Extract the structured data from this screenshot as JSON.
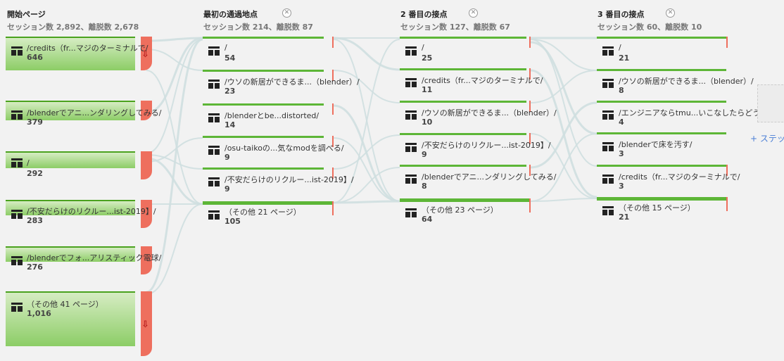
{
  "columns": [
    {
      "title": "開始ページ",
      "sub": "セッション数 2,892、離脱数 2,678",
      "closable": false,
      "nodes": [
        {
          "label": "/credits（fr...マジのターミナルで/",
          "count": "646"
        },
        {
          "label": "/blenderでアニ...ンダリングしてみる/",
          "count": "379"
        },
        {
          "label": "/",
          "count": "292"
        },
        {
          "label": "/不安だらけのリクルー...ist-2019】/",
          "count": "283"
        },
        {
          "label": "/blenderでフォ...アリスティック電球/",
          "count": "276"
        },
        {
          "label": "（その他 41 ページ）",
          "count": "1,016"
        }
      ]
    },
    {
      "title": "最初の通過地点",
      "sub": "セッション数 214、離脱数 87",
      "closable": true,
      "nodes": [
        {
          "label": "/",
          "count": "54"
        },
        {
          "label": "/ウソの新居ができるま...（blender）/",
          "count": "23"
        },
        {
          "label": "/blenderとbe...distorted/",
          "count": "14"
        },
        {
          "label": "/osu-taikoの...気なmodを調べる/",
          "count": "9"
        },
        {
          "label": "/不安だらけのリクルー...ist-2019】/",
          "count": "9"
        },
        {
          "label": "（その他 21 ページ）",
          "count": "105"
        }
      ]
    },
    {
      "title": "2 番目の接点",
      "sub": "セッション数 127、離脱数 67",
      "closable": true,
      "nodes": [
        {
          "label": "/",
          "count": "25"
        },
        {
          "label": "/credits（fr...マジのターミナルで/",
          "count": "11"
        },
        {
          "label": "/ウソの新居ができるま...（blender）/",
          "count": "10"
        },
        {
          "label": "/不安だらけのリクルー...ist-2019】/",
          "count": "9"
        },
        {
          "label": "/blenderでアニ...ンダリングしてみる/",
          "count": "8"
        },
        {
          "label": "（その他 23 ページ）",
          "count": "64"
        }
      ]
    },
    {
      "title": "3 番目の接点",
      "sub": "セッション数 60、離脱数 10",
      "closable": true,
      "nodes": [
        {
          "label": "/",
          "count": "21"
        },
        {
          "label": "/ウソの新居ができるま...（blender）/",
          "count": "8"
        },
        {
          "label": "/エンジニアならtmu...いこなしたらどうだ/",
          "count": "4"
        },
        {
          "label": "/blenderで床を汚す/",
          "count": "3"
        },
        {
          "label": "/credits（fr...マジのターミナルで/",
          "count": "3"
        },
        {
          "label": "（その他 15 ページ）",
          "count": "21"
        }
      ]
    }
  ],
  "add_step_label": "+ ステップ",
  "icons": {
    "page": "page-tile-icon",
    "close": "close-icon",
    "drop": "drop-off-arrow-icon"
  },
  "colors": {
    "node_green": "#8ccd66",
    "dropoff_red": "#ee6f5e",
    "flow": "#cfdfe0",
    "link": "#4a7fd6"
  }
}
